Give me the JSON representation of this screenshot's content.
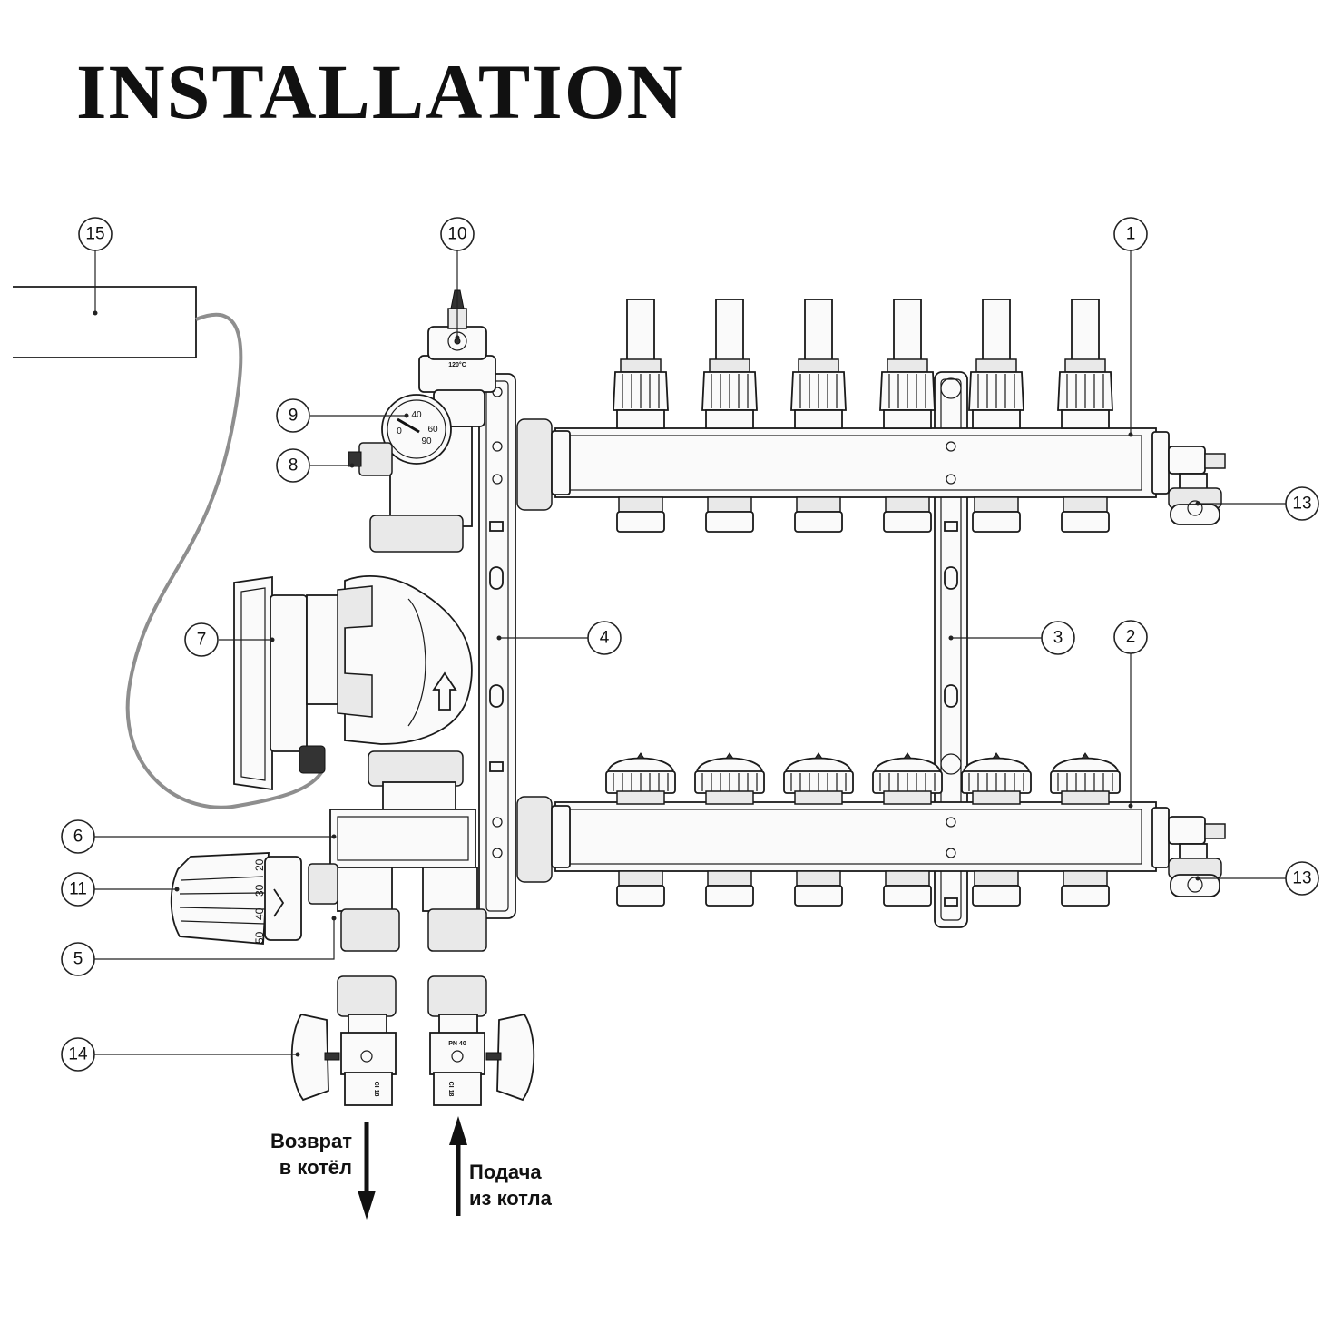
{
  "title": "INSTALLATION",
  "callouts": [
    "1",
    "2",
    "3",
    "4",
    "5",
    "6",
    "7",
    "8",
    "9",
    "10",
    "11",
    "13",
    "14",
    "15"
  ],
  "gauge": {
    "ticks": [
      "0",
      "40",
      "60",
      "90"
    ],
    "label": "120°C"
  },
  "thermo_head_scale": [
    "20",
    "30",
    "40",
    "50"
  ],
  "valve_marks": {
    "left": "CI 18",
    "right_top": "PN 40",
    "right": "CI 18"
  },
  "labels": {
    "return_line1": "Возврат",
    "return_line2": "в котёл",
    "supply_line1": "Подача",
    "supply_line2": "из котла"
  }
}
